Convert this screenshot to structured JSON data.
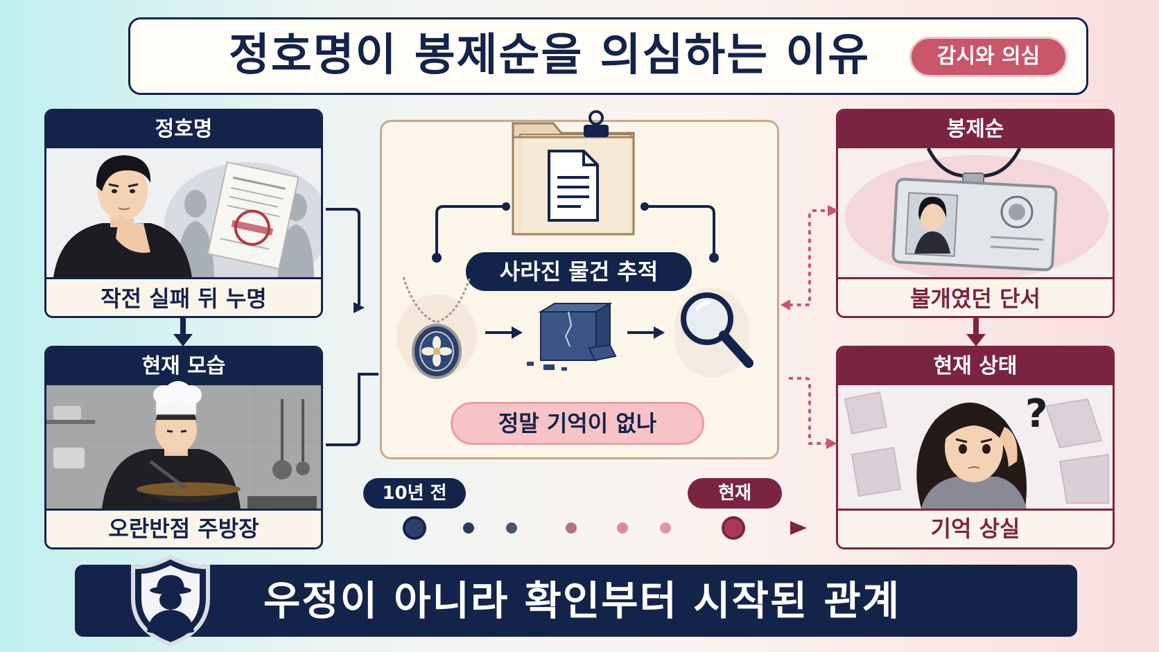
{
  "title": {
    "text": "정호명이 봉제순을 의심하는 이유",
    "badge": "감시와 의심"
  },
  "left": {
    "card1": {
      "header": "정호명",
      "caption": "작전 실패 뒤 누명"
    },
    "card2": {
      "header": "현재 모습",
      "caption": "오란반점 주방장"
    }
  },
  "center": {
    "track_label": "사라진 물건 추적",
    "question_label": "정말 기억이 없나"
  },
  "right": {
    "card1": {
      "header": "봉제순",
      "caption": "불개였던 단서"
    },
    "card2": {
      "header": "현재 상태",
      "caption": "기억 상실"
    }
  },
  "timeline": {
    "start_label": "10년 전",
    "end_label": "현재"
  },
  "bottom": {
    "text": "우정이 아니라 확인부터 시작된 관계"
  },
  "colors": {
    "navy": "#14234a",
    "maroon": "#7b2441",
    "pink": "#c9566a",
    "cream": "#fbf4ea"
  },
  "icons": [
    "folder-icon",
    "document-icon",
    "necklace-icon",
    "broken-box-icon",
    "magnifier-icon",
    "id-card-icon",
    "shield-detective-icon",
    "question-mark-icon"
  ]
}
